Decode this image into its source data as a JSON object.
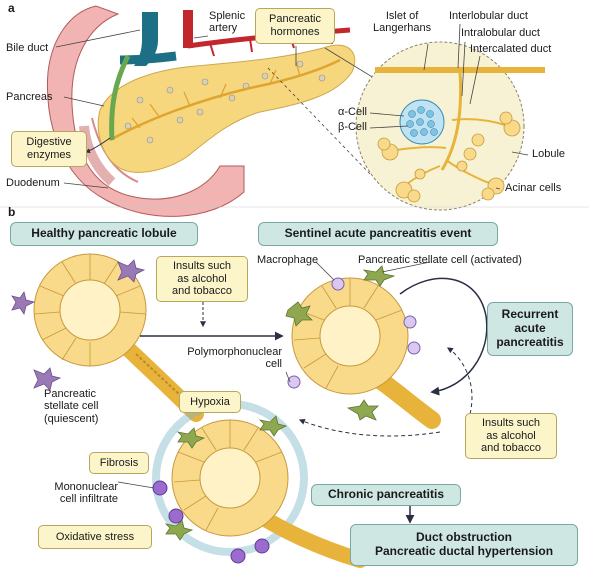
{
  "panels": {
    "a": "a",
    "b": "b"
  },
  "panel_a": {
    "bile_duct": "Bile duct",
    "splenic_artery": [
      "Splenic",
      "artery"
    ],
    "pancreatic_hormones": [
      "Pancreatic",
      "hormones"
    ],
    "pancreas": "Pancreas",
    "digestive_enzymes": [
      "Digestive",
      "enzymes"
    ],
    "duodenum": "Duodenum",
    "islet": [
      "Islet of",
      "Langerhans"
    ],
    "interlobular_duct": "Interlobular duct",
    "intralobular_duct": "Intralobular duct",
    "intercalated_duct": "Intercalated duct",
    "alpha_cell": "α-Cell",
    "beta_cell": "β-Cell",
    "lobule": "Lobule",
    "acinar_cells": "Acinar cells"
  },
  "panel_b": {
    "healthy_lobule": "Healthy pancreatic lobule",
    "sentinel_event": "Sentinel acute pancreatitis event",
    "insults_1": [
      "Insults such",
      "as alcohol",
      "and tobacco"
    ],
    "macrophage": "Macrophage",
    "stellate_activated": "Pancreatic stellate cell (activated)",
    "recurrent": [
      "Recurrent",
      "acute",
      "pancreatitis"
    ],
    "polymorphonuclear": [
      "Polymorphonuclear",
      "cell"
    ],
    "stellate_quiescent": [
      "Pancreatic",
      "stellate cell",
      "(quiescent)"
    ],
    "hypoxia": "Hypoxia",
    "insults_2": [
      "Insults such",
      "as alcohol",
      "and tobacco"
    ],
    "fibrosis": "Fibrosis",
    "mononuclear": [
      "Mononuclear",
      "cell infiltrate"
    ],
    "chronic": "Chronic pancreatitis",
    "oxidative": "Oxidative stress",
    "duct_obstruction": [
      "Duct obstruction",
      "Pancreatic ductal hypertension"
    ]
  },
  "colors": {
    "pancreas": "#f6d77e",
    "acinar_cell": "#f9d98a",
    "duct": "#e8b33a",
    "duodenum": "#ef9a9a",
    "vein": "#1d6f86",
    "artery": "#c1272d",
    "label_box": "#fbf5c9",
    "title_box": "#cfe7e3",
    "immune_cell": "#a98bd8",
    "stellate_cell": "#9a7ab6"
  }
}
